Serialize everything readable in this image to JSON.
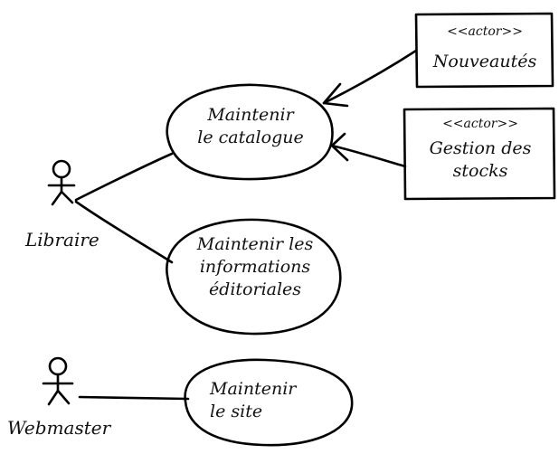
{
  "diagram": {
    "actors": [
      {
        "id": "libraire",
        "label": "Libraire"
      },
      {
        "id": "webmaster",
        "label": "Webmaster"
      }
    ],
    "use_cases": [
      {
        "id": "uc-catalogue",
        "line1": "Maintenir",
        "line2": "le catalogue"
      },
      {
        "id": "uc-informations",
        "line1": "Maintenir les",
        "line2": "informations",
        "line3": "éditoriales"
      },
      {
        "id": "uc-site",
        "line1": "Maintenir",
        "line2": "le site"
      }
    ],
    "system_actors": [
      {
        "id": "nouveautes",
        "stereotype": "<<actor>>",
        "line1": "Nouveautés"
      },
      {
        "id": "stocks",
        "stereotype": "<<actor>>",
        "line1": "Gestion des",
        "line2": "stocks"
      }
    ],
    "links": [
      {
        "from": "libraire",
        "to": "uc-catalogue"
      },
      {
        "from": "libraire",
        "to": "uc-informations"
      },
      {
        "from": "webmaster",
        "to": "uc-site"
      },
      {
        "from": "nouveautes",
        "to": "uc-catalogue",
        "arrow": true
      },
      {
        "from": "stocks",
        "to": "uc-catalogue",
        "arrow": true
      }
    ]
  },
  "colors": {
    "ink": "#000000",
    "background": "#ffffff"
  }
}
